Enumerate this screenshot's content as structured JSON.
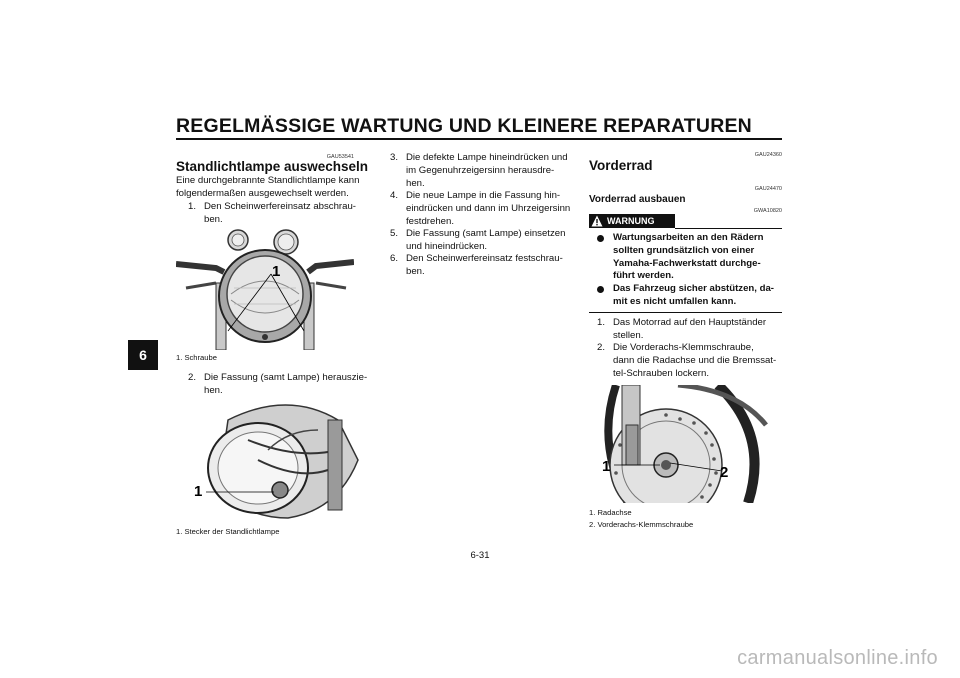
{
  "header": {
    "title": "REGELMÄSSIGE WARTUNG UND KLEINERE REPARATUREN",
    "chapter": "6"
  },
  "col1": {
    "code": "GAU53541",
    "title": "Standlichtlampe auswechseln",
    "intro": [
      "Eine durchgebrannte Standlichtlampe kann",
      "folgendermaßen ausgewechselt werden."
    ],
    "steps": [
      {
        "num": "1.",
        "lines": [
          "Den Scheinwerfereinsatz abschrau-",
          "ben."
        ]
      },
      {
        "num": "2.",
        "lines": [
          "Die Fassung (samt Lampe) herauszie-",
          "hen."
        ]
      }
    ],
    "figure1": {
      "callout": "1",
      "caption": "1.  Schraube"
    },
    "figure2": {
      "callout": "1",
      "caption": "1.  Stecker der Standlichtlampe"
    }
  },
  "col2": {
    "steps": [
      {
        "num": "3.",
        "lines": [
          "Die defekte Lampe hineindrücken und",
          "im Gegenuhrzeigersinn herausdre-",
          "hen."
        ]
      },
      {
        "num": "4.",
        "lines": [
          "Die neue Lampe in die Fassung hin-",
          "eindrücken und dann im Uhrzeigersinn",
          "festdrehen."
        ]
      },
      {
        "num": "5.",
        "lines": [
          "Die Fassung (samt Lampe) einsetzen",
          "und hineindrücken."
        ]
      },
      {
        "num": "6.",
        "lines": [
          "Den Scheinwerfereinsatz festschrau-",
          "ben."
        ]
      }
    ]
  },
  "col3": {
    "code_section": "GAU24360",
    "title": "Vorderrad",
    "code_sub": "GAU24470",
    "subtitle": "Vorderrad ausbauen",
    "code_warning": "GWA10820",
    "warning_label": "WARNUNG",
    "warnings": [
      [
        "Wartungsarbeiten an den Rädern",
        "sollten grundsätzlich von einer",
        "Yamaha-Fachwerkstatt durchge-",
        "führt werden."
      ],
      [
        "Das Fahrzeug sicher abstützen, da-",
        "mit es nicht umfallen kann."
      ]
    ],
    "steps": [
      {
        "num": "1.",
        "lines": [
          "Das Motorrad auf den Hauptständer",
          "stellen."
        ]
      },
      {
        "num": "2.",
        "lines": [
          "Die Vorderachs-Klemmschraube,",
          "dann die Radachse und die Bremssat-",
          "tel-Schrauben lockern."
        ]
      }
    ],
    "figure": {
      "callout1": "1",
      "callout2": "2",
      "captions": [
        "1.  Radachse",
        "2.  Vorderachs-Klemmschraube"
      ]
    }
  },
  "footer": {
    "page_number": "6-31",
    "watermark": "carmanualsonline.info"
  }
}
